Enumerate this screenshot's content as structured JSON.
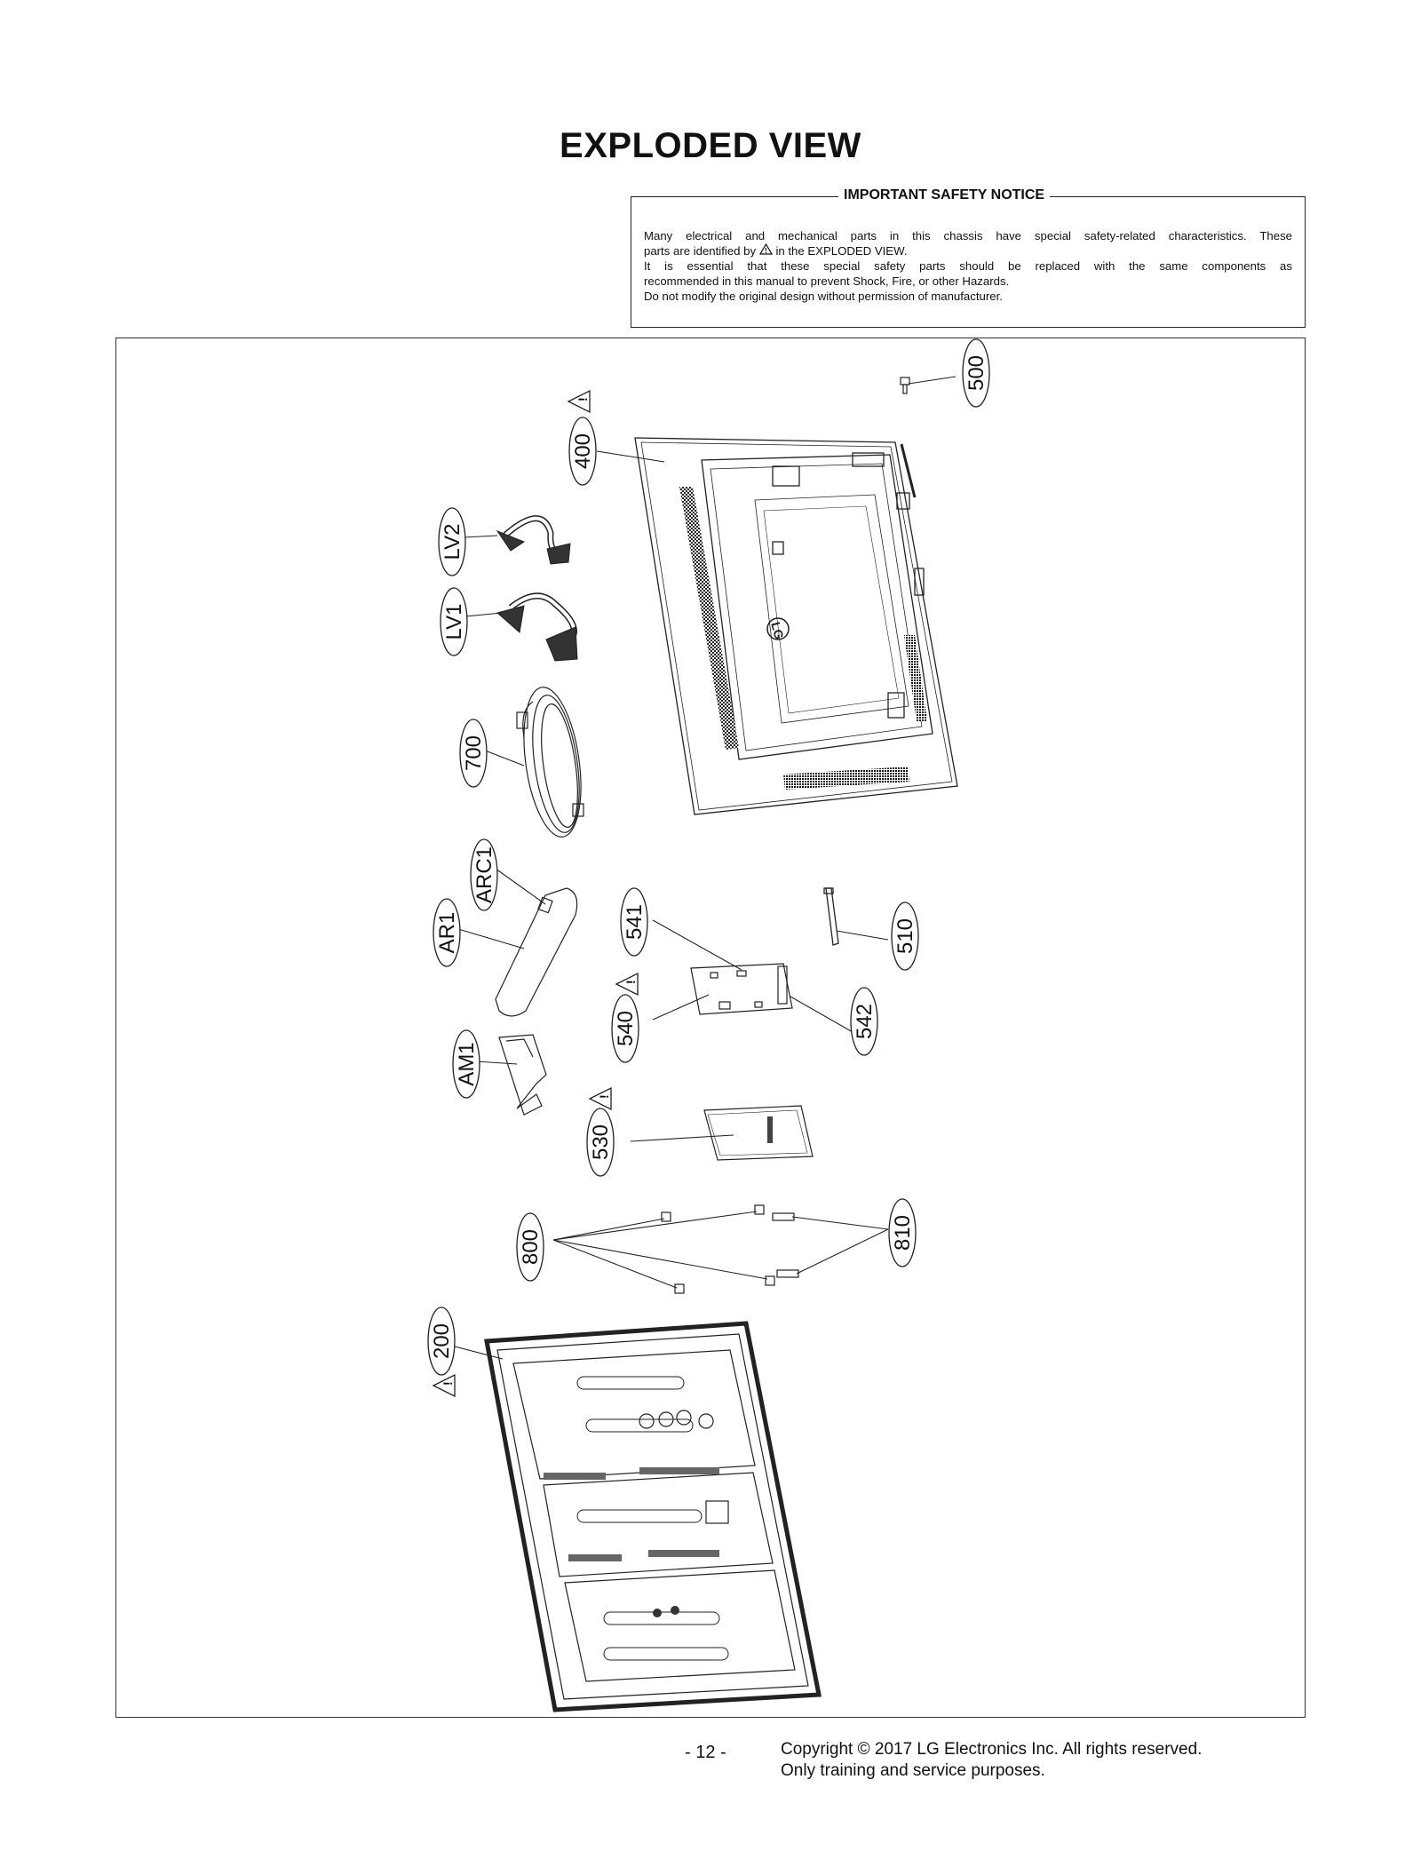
{
  "page_title": "EXPLODED VIEW",
  "notice": {
    "heading": "IMPORTANT SAFETY NOTICE",
    "line1": "Many electrical and mechanical parts in this chassis have special safety-related characteristics. These",
    "line2a": "parts are identified by",
    "line2b": "in the EXPLODED VIEW.",
    "line3": "It is essential that these special safety parts should be replaced with the same components as",
    "line4": "recommended in this manual to prevent Shock, Fire, or other Hazards.",
    "line5": "Do not modify the original design without permission of manufacturer."
  },
  "safety_mark": "!",
  "callouts": {
    "c500": "500",
    "c400": "400",
    "cLV2": "LV2",
    "cLV1": "LV1",
    "c700": "700",
    "cARC1": "ARC1",
    "cAR1": "AR1",
    "c541": "541",
    "c510": "510",
    "c540": "540",
    "c542": "542",
    "cAM1": "AM1",
    "c530": "530",
    "c800": "800",
    "c810": "810",
    "c200": "200"
  },
  "logo_text": "LG",
  "footer": {
    "page": "- 12 -",
    "copyright": "Copyright © 2017 LG Electronics Inc. All rights reserved.",
    "purpose": "Only training and service purposes."
  }
}
